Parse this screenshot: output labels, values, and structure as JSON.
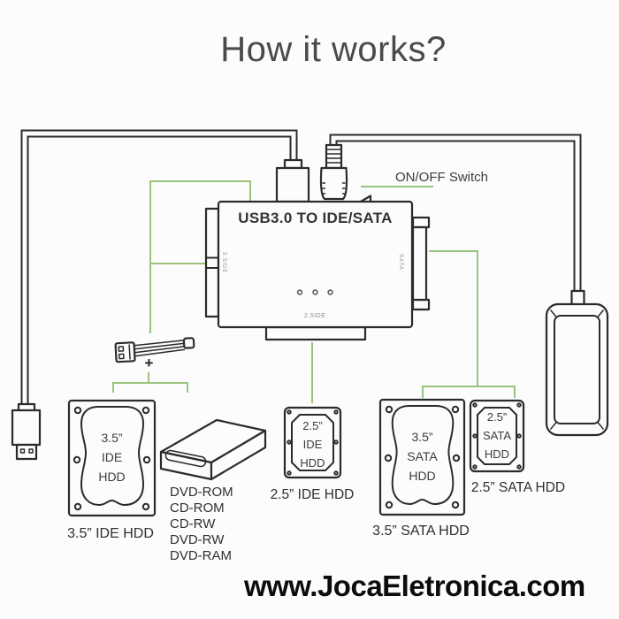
{
  "title": "How it works?",
  "watermark": "www.JocaEletronica.com",
  "colors": {
    "green": "#9ac47e",
    "ink": "#2b2b2b",
    "background": "#fcfcfc"
  },
  "adapter": {
    "label": "USB3.0 TO IDE/SATA",
    "port_left": "3.5IDE",
    "port_right": "SATA",
    "port_bottom": "2.5IDE",
    "switch_label": "ON/OFF Switch"
  },
  "power_plus": "+",
  "devices": {
    "hdd_35_ide": {
      "lines": [
        "3.5”",
        "IDE",
        "HDD"
      ],
      "caption": "3.5”  IDE HDD"
    },
    "optical_drive": {
      "types": [
        "DVD-ROM",
        "CD-ROM",
        "CD-RW",
        "DVD-RW",
        "DVD-RAM"
      ]
    },
    "hdd_25_ide": {
      "lines": [
        "2.5”",
        "IDE",
        "HDD"
      ],
      "caption": "2.5”  IDE HDD"
    },
    "hdd_35_sata": {
      "lines": [
        "3.5”",
        "SATA",
        "HDD"
      ],
      "caption": "3.5”  SATA HDD"
    },
    "hdd_25_sata": {
      "lines": [
        "2.5”",
        "SATA",
        "HDD"
      ],
      "caption": "2.5”  SATA HDD"
    }
  }
}
